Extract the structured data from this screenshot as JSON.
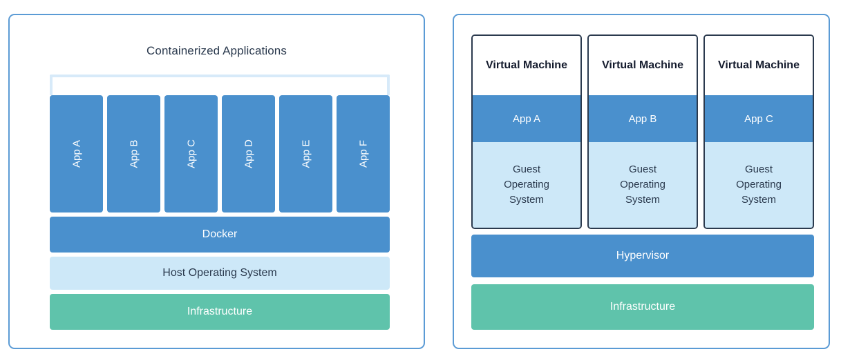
{
  "diagram": {
    "colors": {
      "panel_border": "#5b9bd5",
      "blue": "#4a90cd",
      "light_blue": "#cde8f8",
      "green": "#5fc3ab",
      "bracket": "#d7eaf9",
      "dark_text": "#2b3a4e"
    }
  },
  "left_panel": {
    "title": "Containerized Applications",
    "apps": [
      {
        "label": "App A"
      },
      {
        "label": "App B"
      },
      {
        "label": "App C"
      },
      {
        "label": "App D"
      },
      {
        "label": "App E"
      },
      {
        "label": "App F"
      }
    ],
    "layers": [
      {
        "label": "Docker"
      },
      {
        "label": "Host Operating System"
      },
      {
        "label": "Infrastructure"
      }
    ]
  },
  "right_panel": {
    "vms": [
      {
        "title": "Virtual Machine",
        "app": "App A",
        "guest_os_lines": [
          "Guest",
          "Operating",
          "System"
        ]
      },
      {
        "title": "Virtual Machine",
        "app": "App B",
        "guest_os_lines": [
          "Guest",
          "Operating",
          "System"
        ]
      },
      {
        "title": "Virtual Machine",
        "app": "App C",
        "guest_os_lines": [
          "Guest",
          "Operating",
          "System"
        ]
      }
    ],
    "layers": [
      {
        "label": "Hypervisor"
      },
      {
        "label": "Infrastructure"
      }
    ]
  }
}
